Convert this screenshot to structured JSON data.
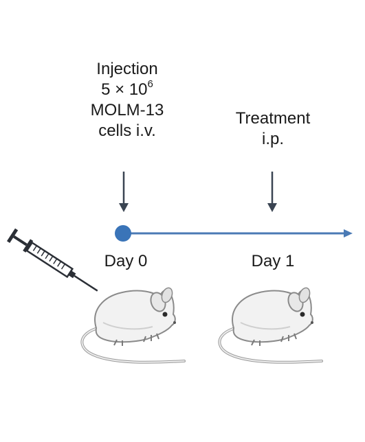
{
  "injection": {
    "line1": "Injection",
    "line2_base": "5 × 10",
    "line2_exp": "6",
    "line3": "MOLM-13",
    "line4": "cells i.v."
  },
  "treatment": {
    "line1": "Treatment",
    "line2": "i.p."
  },
  "timeline": {
    "day0": "Day 0",
    "day1": "Day 1"
  },
  "colors": {
    "timeline": "#4a7ab5",
    "marker": "#3a74b8",
    "arrow": "#3a4452",
    "text": "#1a1a1a"
  },
  "icons": [
    "syringe-icon",
    "mouse-icon",
    "mouse-icon"
  ]
}
